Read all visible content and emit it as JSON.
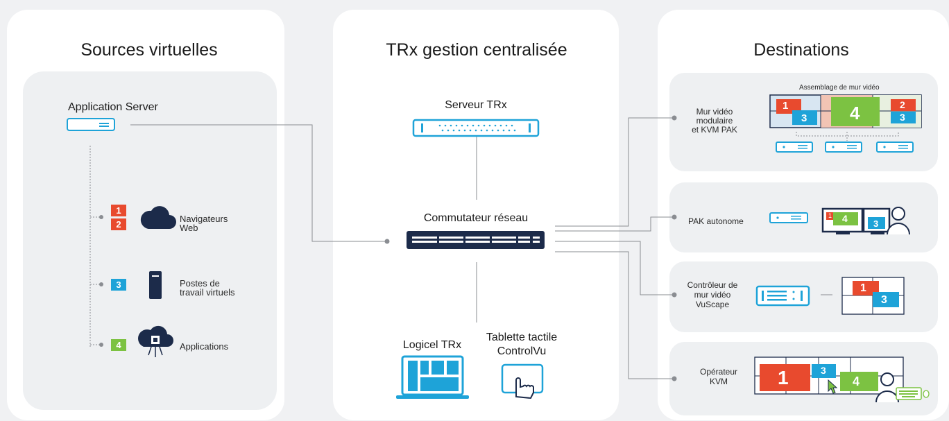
{
  "sources": {
    "title": "Sources virtuelles",
    "app_server_label": "Application Server",
    "items": [
      {
        "badges": [
          "1",
          "2"
        ],
        "label_line1": "Navigateurs",
        "label_line2": "Web"
      },
      {
        "badges": [
          "3"
        ],
        "label_line1": "Postes de",
        "label_line2": "travail virtuels"
      },
      {
        "badges": [
          "4"
        ],
        "label_line1": "Applications",
        "label_line2": ""
      }
    ]
  },
  "central": {
    "title": "TRx gestion centralisée",
    "server_label": "Serveur TRx",
    "switch_label": "Commutateur réseau",
    "software_label": "Logicel TRx",
    "tablet_label_line1": "Tablette tactile",
    "tablet_label_line2": "ControlVu"
  },
  "destinations": {
    "title": "Destinations",
    "wall": {
      "caption": "Assemblage de mur vidéo",
      "label_line1": "Mur vidéo",
      "label_line2": "modulaire",
      "label_line3": "et KVM PAK",
      "tiles": [
        "1",
        "3",
        "4",
        "2",
        "3"
      ]
    },
    "pak": {
      "label": "PAK autonome",
      "tiles": [
        "1",
        "4",
        "3"
      ]
    },
    "controller": {
      "label_line1": "Contrôleur de",
      "label_line2": "mur vidéo",
      "label_line3": "VuScape",
      "tiles": [
        "1",
        "3"
      ]
    },
    "operator": {
      "label_line1": "Opérateur",
      "label_line2": "KVM",
      "tiles": [
        "1",
        "3",
        "4"
      ]
    }
  },
  "colors": {
    "red": "#e84a2e",
    "blue": "#1ea3d8",
    "green": "#7cc242",
    "navy": "#1c2b4a"
  }
}
